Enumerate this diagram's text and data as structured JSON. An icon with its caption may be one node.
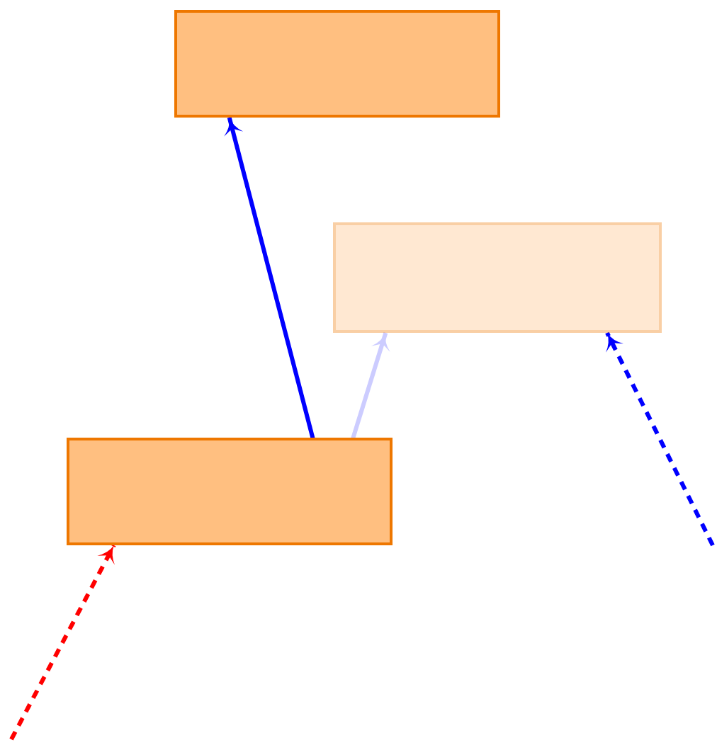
{
  "diagram": {
    "nodes": [
      {
        "text": [],
        "shape": "box"
      },
      {
        "text": [],
        "shape": "box"
      },
      {
        "text": [],
        "shape": "box"
      }
    ],
    "edges": [
      {
        "from": 2,
        "to": 0,
        "arrow": "to"
      },
      {
        "from": 2,
        "to": 1,
        "arrow": "to",
        "color": "#ccccff"
      },
      {
        "from": null,
        "to": 1,
        "arrow": "to",
        "style": "dashed"
      },
      {
        "from": null,
        "to": 2,
        "arrow": "to",
        "style": "dashed",
        "color": "#ff0000"
      }
    ]
  }
}
